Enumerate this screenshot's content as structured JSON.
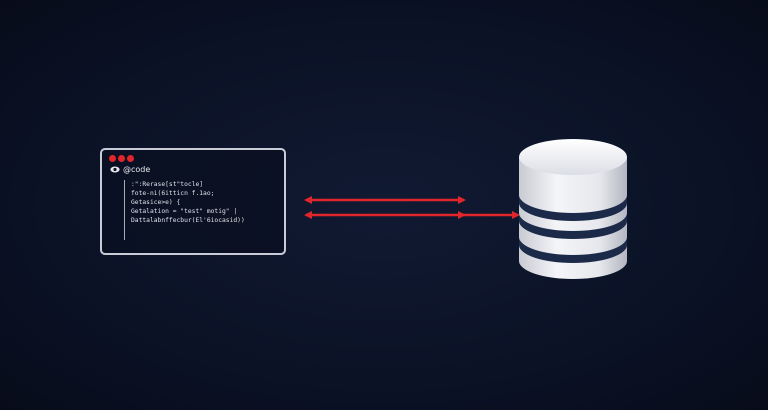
{
  "code_window": {
    "title": "@code",
    "lines": [
      ":\":Rerase[st\"tocle]",
      "fote-ni(6itticn f.1ao;",
      "",
      "Getasice>e) {",
      "",
      "Getalation = \"test\" motig\" |",
      "Dattalabnffecbur(El'6iocasid))"
    ]
  },
  "colors": {
    "background": "#0b1226",
    "arrow": "#e0262a",
    "window_border": "#c9ccd6",
    "database_body": "#eeeff3",
    "database_band": "#1c2a4a",
    "window_dot": "#e0262a"
  },
  "icons": {
    "window_dots": "red-traffic-light-dots",
    "header": "eye-icon",
    "database": "database-cylinder-icon"
  }
}
